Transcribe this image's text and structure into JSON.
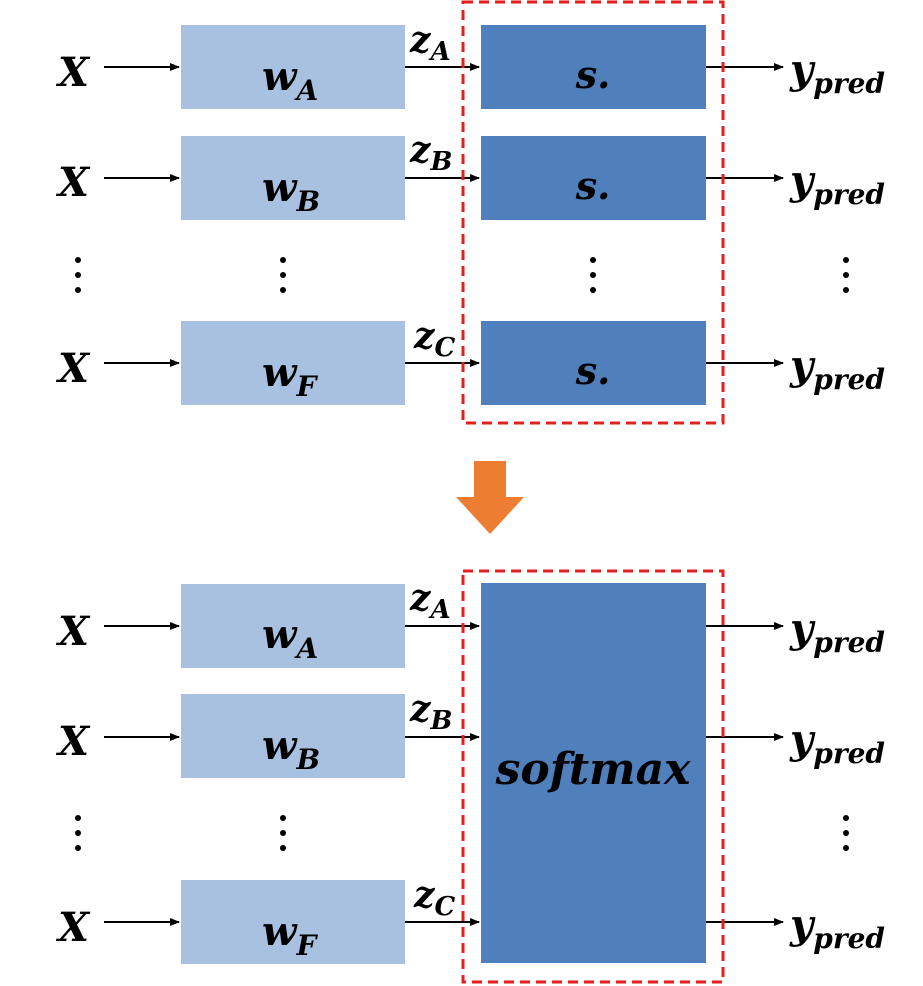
{
  "colors": {
    "light_box": "#a9c1e0",
    "dark_box": "#4f80bc",
    "dashed_border": "#e61e1e",
    "arrow_down": "#ed7d31",
    "line": "#000000"
  },
  "top_diagram": {
    "rows": [
      {
        "input": "X",
        "weight": "w",
        "weight_sub": "A",
        "z": "z",
        "z_sub": "A",
        "func": "s.",
        "output": "y",
        "output_sub": "pred"
      },
      {
        "input": "X",
        "weight": "w",
        "weight_sub": "B",
        "z": "z",
        "z_sub": "B",
        "func": "s.",
        "output": "y",
        "output_sub": "pred"
      },
      {
        "input": "X",
        "weight": "w",
        "weight_sub": "F",
        "z": "z",
        "z_sub": "C",
        "func": "s.",
        "output": "y",
        "output_sub": "pred"
      }
    ],
    "ellipsis": "⋮"
  },
  "bottom_diagram": {
    "rows": [
      {
        "input": "X",
        "weight": "w",
        "weight_sub": "A",
        "z": "z",
        "z_sub": "A",
        "output": "y",
        "output_sub": "pred"
      },
      {
        "input": "X",
        "weight": "w",
        "weight_sub": "B",
        "z": "z",
        "z_sub": "B",
        "output": "y",
        "output_sub": "pred"
      },
      {
        "input": "X",
        "weight": "w",
        "weight_sub": "F",
        "z": "z",
        "z_sub": "C",
        "output": "y",
        "output_sub": "pred"
      }
    ],
    "func": "softmax",
    "ellipsis": "⋮"
  }
}
